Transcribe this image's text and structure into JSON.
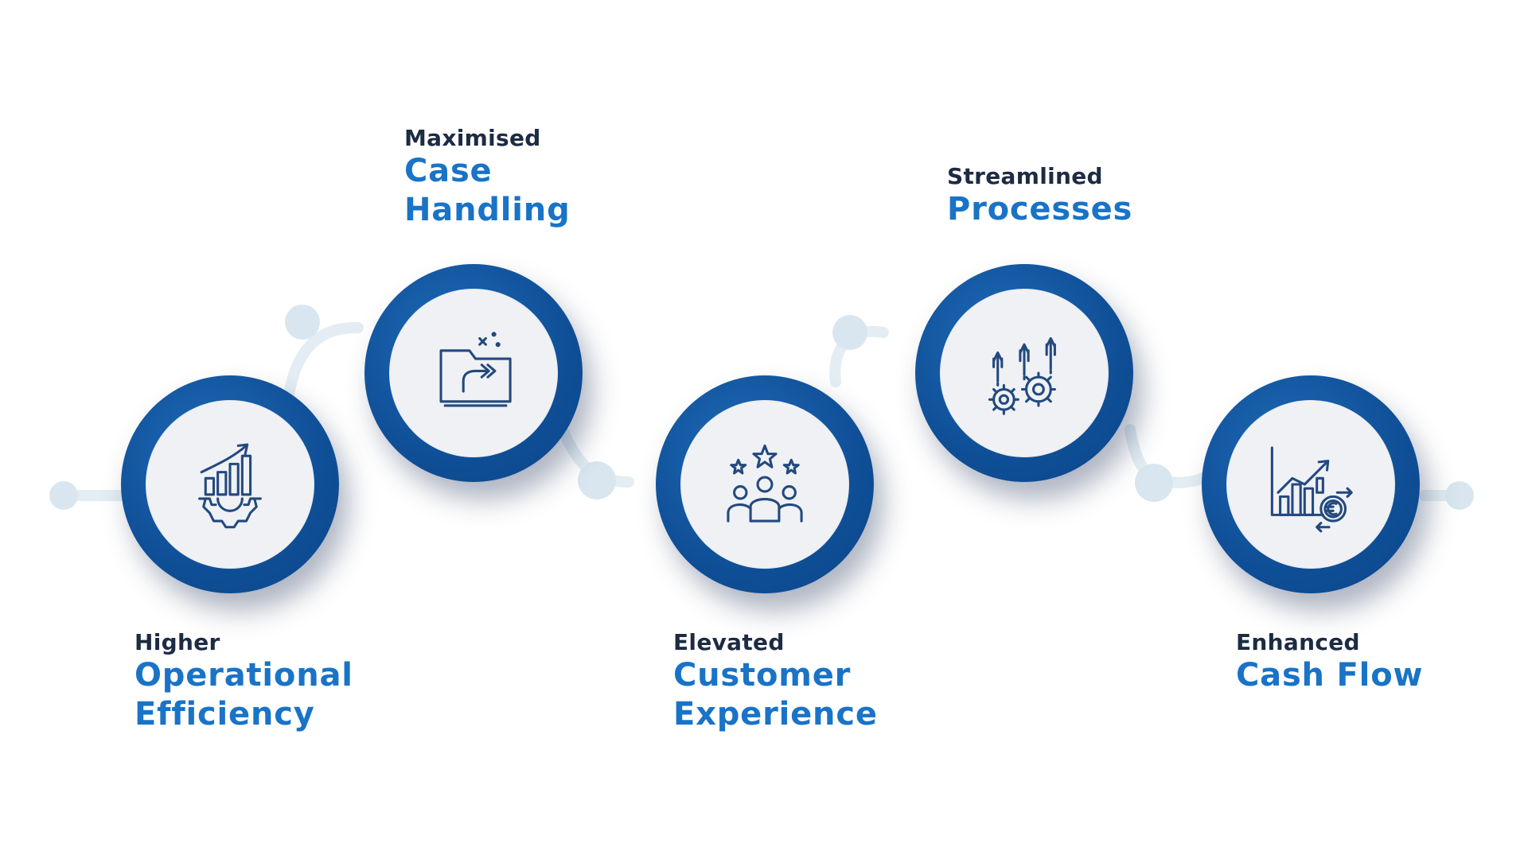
{
  "benefits": [
    {
      "top": "Higher",
      "main": "Operational\nEfficiency",
      "icon": "growth-chart-gear-icon"
    },
    {
      "top": "Maximised",
      "main": "Case\nHandling",
      "icon": "folder-forward-icon"
    },
    {
      "top": "Elevated",
      "main": "Customer\nExperience",
      "icon": "team-stars-icon"
    },
    {
      "top": "Streamlined",
      "main": "Processes",
      "icon": "gears-arrows-icon"
    },
    {
      "top": "Enhanced",
      "main": "Cash Flow",
      "icon": "chart-euro-cashflow-icon"
    }
  ],
  "colors": {
    "ring": "#0f4f97",
    "inner": "#eff1f4",
    "icon_stroke": "#23497f",
    "heading_dark": "#1d2b43",
    "heading_blue": "#1973c7",
    "connector": "#e3edf3",
    "connector_dot": "#d9e6ef"
  }
}
